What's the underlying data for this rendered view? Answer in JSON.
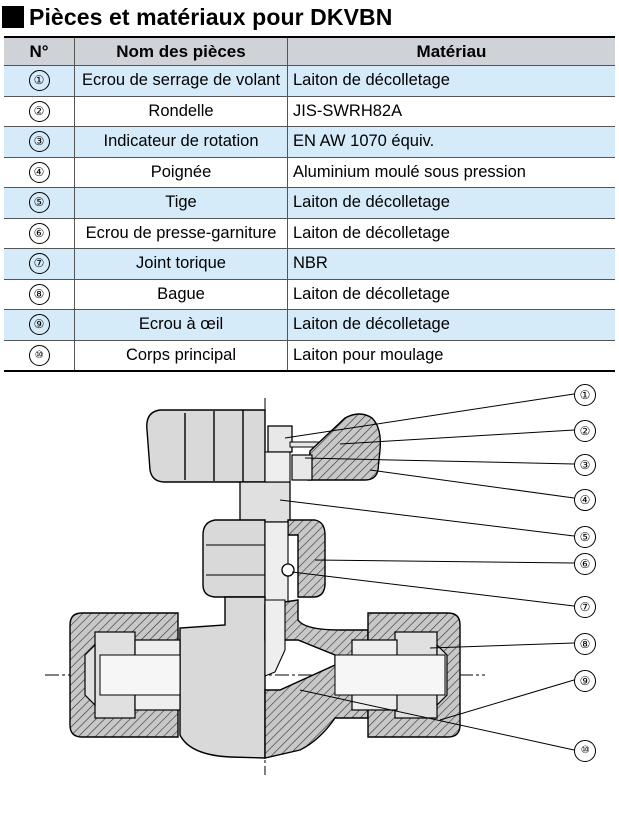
{
  "title": "Pièces et matériaux pour DKVBN",
  "headers": {
    "num": "N°",
    "name": "Nom des pièces",
    "material": "Matériau"
  },
  "rows": [
    {
      "num": "①",
      "name": "Ecrou de serrage de volant",
      "material": "Laiton de décolletage"
    },
    {
      "num": "②",
      "name": "Rondelle",
      "material": "JIS-SWRH82A"
    },
    {
      "num": "③",
      "name": "Indicateur de rotation",
      "material": "EN AW 1070 équiv."
    },
    {
      "num": "④",
      "name": "Poignée",
      "material": "Aluminium moulé sous pression"
    },
    {
      "num": "⑤",
      "name": "Tige",
      "material": "Laiton de décolletage"
    },
    {
      "num": "⑥",
      "name": "Ecrou de presse-garniture",
      "material": "Laiton de décolletage"
    },
    {
      "num": "⑦",
      "name": "Joint torique",
      "material": "NBR"
    },
    {
      "num": "⑧",
      "name": "Bague",
      "material": "Laiton de décolletage"
    },
    {
      "num": "⑨",
      "name": "Ecrou à œil",
      "material": "Laiton de décolletage"
    },
    {
      "num": "⑩",
      "name": "Corps principal",
      "material": "Laiton pour moulage"
    }
  ],
  "callouts": [
    "①",
    "②",
    "③",
    "④",
    "⑤",
    "⑥",
    "⑦",
    "⑧",
    "⑨",
    "⑩"
  ],
  "colors": {
    "header_bg": "#cfd3d7",
    "row_alt_bg": "#d6ebfa"
  }
}
